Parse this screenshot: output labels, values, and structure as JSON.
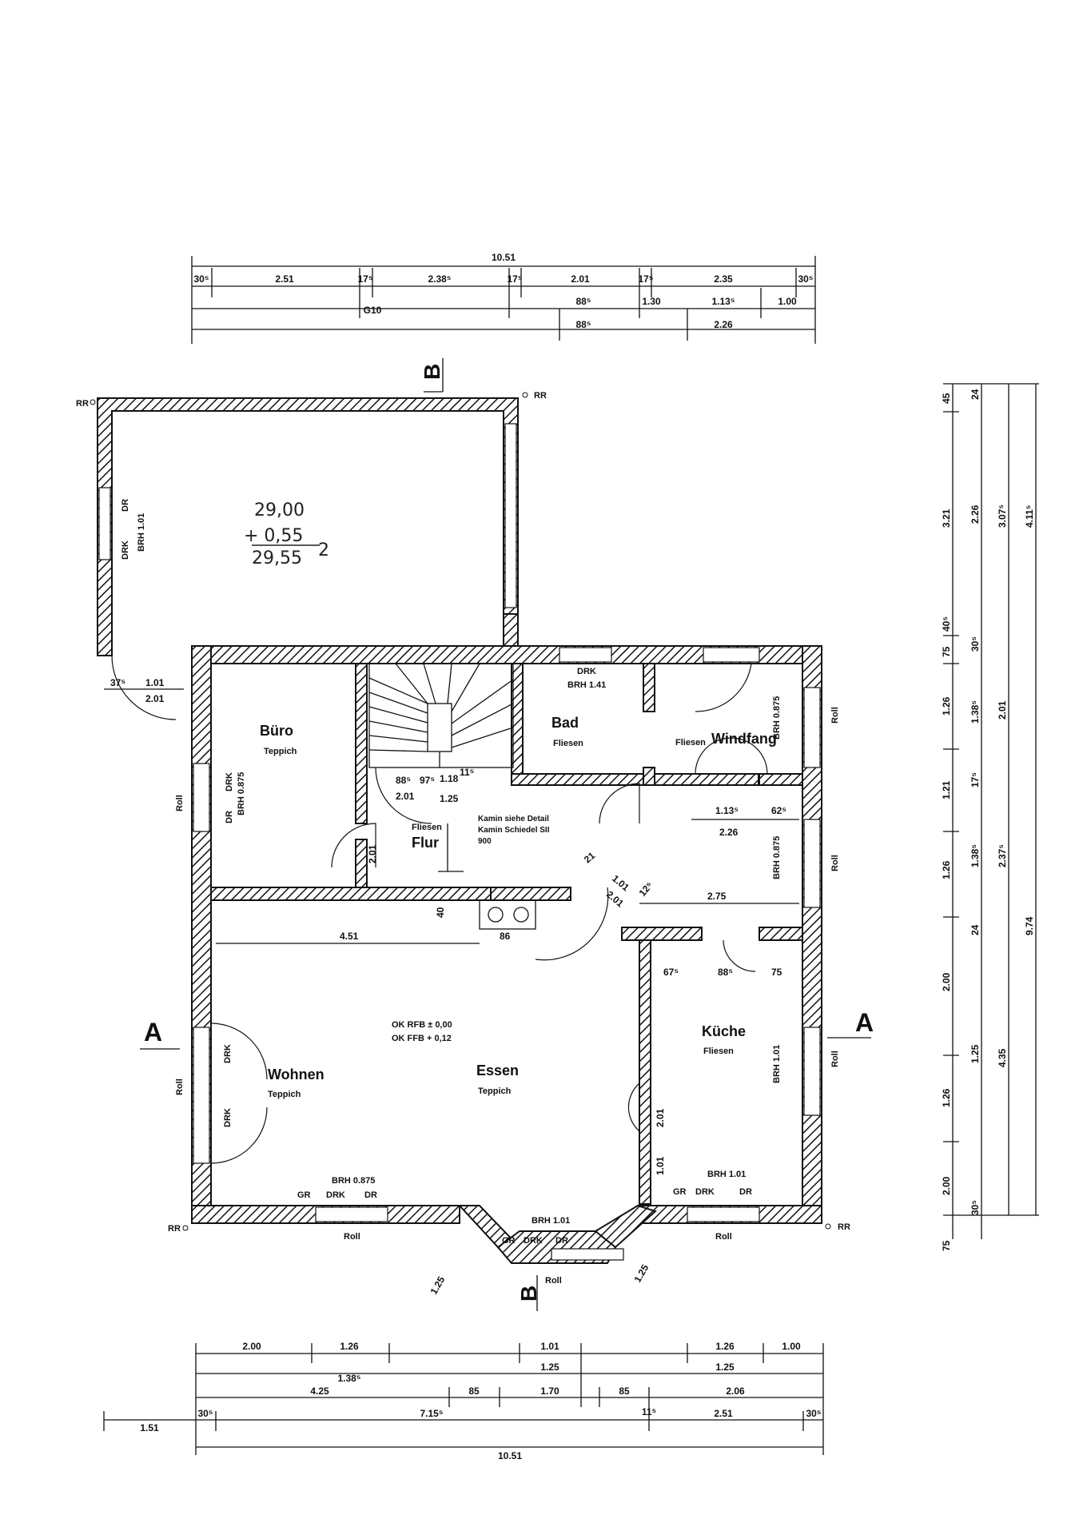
{
  "top_dims": {
    "total": "10.51",
    "row1": [
      "30⁵",
      "2.51",
      "17⁵",
      "2.38⁵",
      "17⁵",
      "2.01",
      "17⁵",
      "2.35",
      "30⁵"
    ],
    "row2": [
      "G10",
      "88⁵",
      "1.30",
      "1.13⁵",
      "1.00"
    ],
    "row3": [
      "88⁵",
      "2.26"
    ]
  },
  "right_dims": {
    "col1": [
      "45",
      "3.21",
      "40⁵",
      "75",
      "1.26",
      "1.21",
      "1.26",
      "2.00",
      "1.26",
      "2.00",
      "75"
    ],
    "col2": [
      "24",
      "2.26",
      "30⁵",
      "1.38⁵",
      "17⁵",
      "1.38⁵",
      "24",
      "1.25",
      "30⁵"
    ],
    "col3": [
      "3.07⁵",
      "2.01",
      "2.37⁵",
      "4.35"
    ],
    "col4": [
      "4.11⁵",
      "9.74"
    ]
  },
  "bottom_dims": {
    "row1": [
      "2.00",
      "1.26",
      "1.01",
      "1.26",
      "1.00"
    ],
    "row2": [
      "1.38⁵",
      "1.25",
      "1.25"
    ],
    "row3": [
      "4.25",
      "85",
      "1.70",
      "85",
      "2.06"
    ],
    "row4": [
      "1.51",
      "30⁵",
      "7.15⁵",
      "11⁵",
      "2.51",
      "30⁵"
    ],
    "total": "10.51"
  },
  "section_marks": {
    "a": "A",
    "b": "B"
  },
  "rooms": {
    "garage": {
      "area_line1": "29,00",
      "area_line2": "+ 0,55",
      "area_total": "29,55",
      "sup": "2"
    },
    "buero": {
      "name": "Büro",
      "floor": "Teppich"
    },
    "bad": {
      "name": "Bad",
      "floor": "Fliesen"
    },
    "windfang": {
      "name": "Windfang",
      "floor": "Fliesen"
    },
    "flur": {
      "name": "Flur",
      "floor": "Fliesen",
      "note": "Kamin siehe Detail Kamin Schiedel SII 900"
    },
    "wohnen": {
      "name": "Wohnen",
      "floor": "Teppich"
    },
    "essen": {
      "name": "Essen",
      "floor": "Teppich"
    },
    "kueche": {
      "name": "Küche",
      "floor": "Fliesen"
    }
  },
  "labels": {
    "rr": "RR",
    "drk": "DRK",
    "dr": "DR",
    "gr": "GR",
    "roll": "Roll",
    "brh_101": "BRH 1.01",
    "brh_141": "BRH 1.41",
    "brh_0875": "BRH 0.875",
    "level1": "OK RFB ± 0,00",
    "level2": "OK FFB + 0,12",
    "d_101": "1.01",
    "d_201": "2.01",
    "d_375": "37⁵",
    "d_451": "4.51",
    "d_86": "86",
    "d_275": "2.75",
    "d_40": "40",
    "d_21": "21",
    "d_125": "1.25",
    "d_113": "1.13⁵",
    "d_625": "62⁵",
    "d_226": "2.26",
    "d_675": "67⁵",
    "d_885": "88⁵",
    "d_75": "75",
    "d_885b": "88⁵",
    "d_125b": "12⁵",
    "d_975": "97⁵",
    "d_118": "1.18",
    "d_115": "11⁵"
  }
}
